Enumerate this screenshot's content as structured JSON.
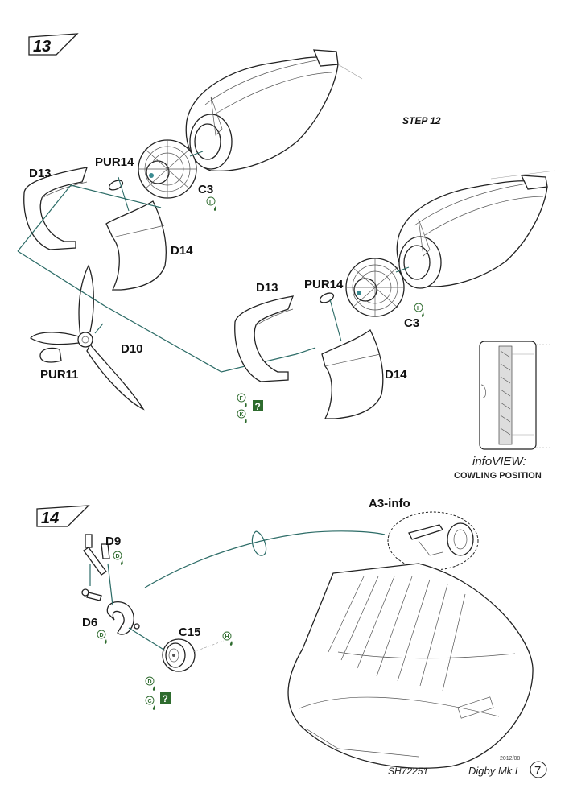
{
  "steps": {
    "step13": {
      "number": "13",
      "sub_step_label": "STEP 12",
      "labels": {
        "d13_top": "D13",
        "pur14_top": "PUR14",
        "c3_top": "C3",
        "d14_top": "D14",
        "pur11": "PUR11",
        "d10": "D10",
        "d13_bottom": "D13",
        "pur14_bottom": "PUR14",
        "c3_bottom": "C3",
        "d14_bottom": "D14"
      },
      "paint_marks": [
        "I",
        "I",
        "F",
        "K"
      ],
      "info_view": {
        "title": "infoVIEW:",
        "subtitle": "COWLING POSITION"
      }
    },
    "step14": {
      "number": "14",
      "labels": {
        "d9": "D9",
        "d6": "D6",
        "c15": "C15",
        "a3_info": "A3-info"
      },
      "paint_marks": [
        "D",
        "D",
        "H",
        "D",
        "C"
      ]
    }
  },
  "footer": {
    "code": "SH72251",
    "date": "2012/08",
    "model": "Digby Mk.I",
    "page_number": "7"
  },
  "colors": {
    "guide_lines": "#2b6b66",
    "paint_icons": "#2e6b2e",
    "optional_box": "#2e6b2e"
  },
  "optional_marker": "?"
}
